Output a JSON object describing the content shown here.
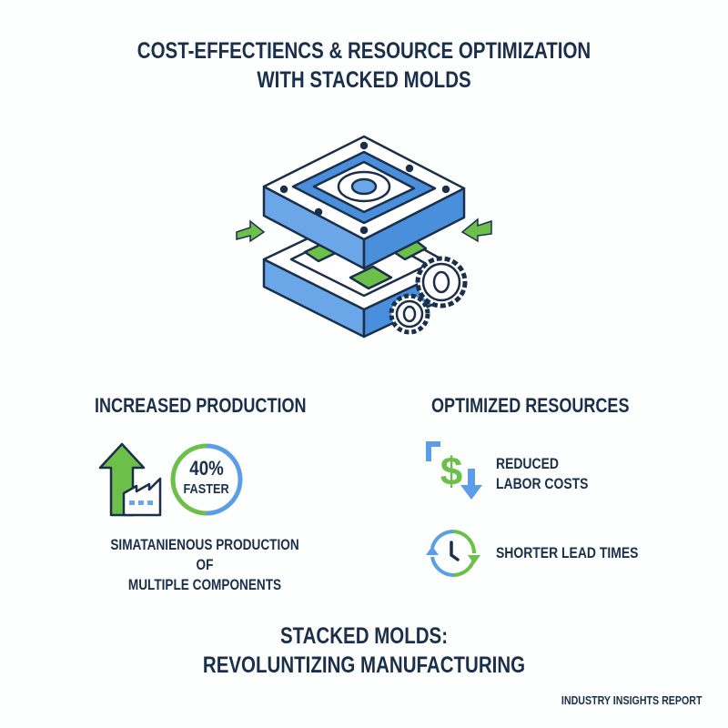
{
  "header": {
    "title_line1": "COST-EFFECTIENCS & RESOURCE OPTIMIZATION",
    "title_line2": "WITH STACKED MOLDS"
  },
  "hero": {
    "icon": "stacked-mold-icon",
    "accent_colors": {
      "blue": "#4a8fdc",
      "light_blue": "#a9cdf2",
      "green": "#6cc04a",
      "outline": "#1b2f4b"
    }
  },
  "left_section": {
    "title": "INCREASED PRODUCTION",
    "icon": "growth-arrow-factory-icon",
    "badge_value": "40%",
    "badge_label": "FASTER",
    "description_line1": "SIMATANIENOUS PRODUCTION OF",
    "description_line2": "MULTIPLE COMPONENTS"
  },
  "right_section": {
    "title": "OPTIMIZED RESOURCES",
    "items": [
      {
        "icon": "dollar-down-icon",
        "label_line1": "REDUCED",
        "label_line2": "LABOR COSTS"
      },
      {
        "icon": "clock-cycle-icon",
        "label_line1": "SHORTER LEAD TIMES"
      }
    ]
  },
  "footer": {
    "title_line1": "STACKED MOLDS:",
    "title_line2": "REVOLUNTIZING MANUFACTURING",
    "report_label": "INDUSTRY INSIGHTS REPORT"
  }
}
